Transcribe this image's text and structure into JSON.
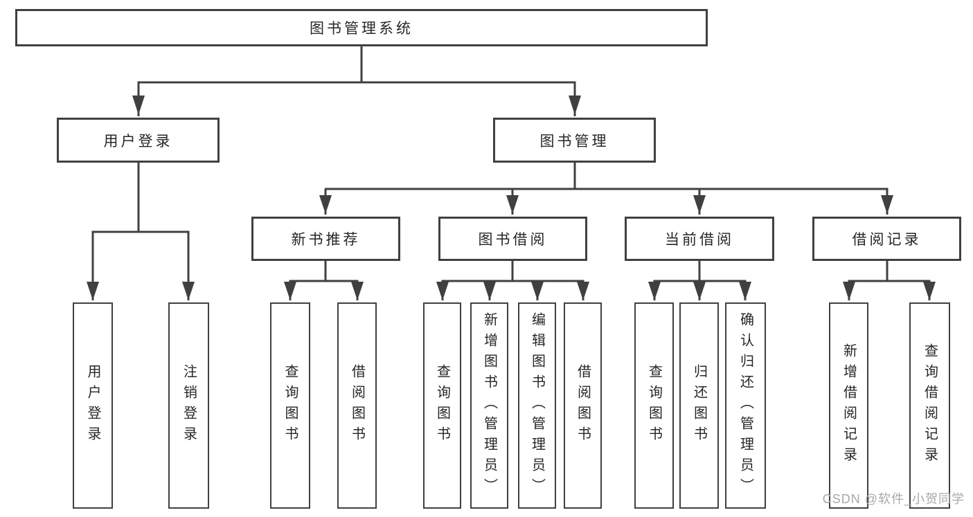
{
  "diagram": {
    "root": "图书管理系统",
    "branches": {
      "user_login": {
        "label": "用户登录",
        "children": [
          "用户登录",
          "注销登录"
        ]
      },
      "book_management": {
        "label": "图书管理",
        "sections": {
          "new_books": {
            "label": "新书推荐",
            "children": [
              "查询图书",
              "借阅图书"
            ]
          },
          "book_borrowing": {
            "label": "图书借阅",
            "children": [
              "查询图书",
              "新增图书（管理员）",
              "编辑图书（管理员）",
              "借阅图书"
            ]
          },
          "current_borrowing": {
            "label": "当前借阅",
            "children": [
              "查询图书",
              "归还图书",
              "确认归还（管理员）"
            ]
          },
          "borrowing_records": {
            "label": "借阅记录",
            "children": [
              "新增借阅记录",
              "查询借阅记录"
            ]
          }
        }
      }
    },
    "watermark": "CSDN @软件_小贺同学",
    "colors": {
      "line": "#404040",
      "text": "#262626",
      "background": "#ffffff",
      "watermark": "#a8a8a8"
    }
  }
}
